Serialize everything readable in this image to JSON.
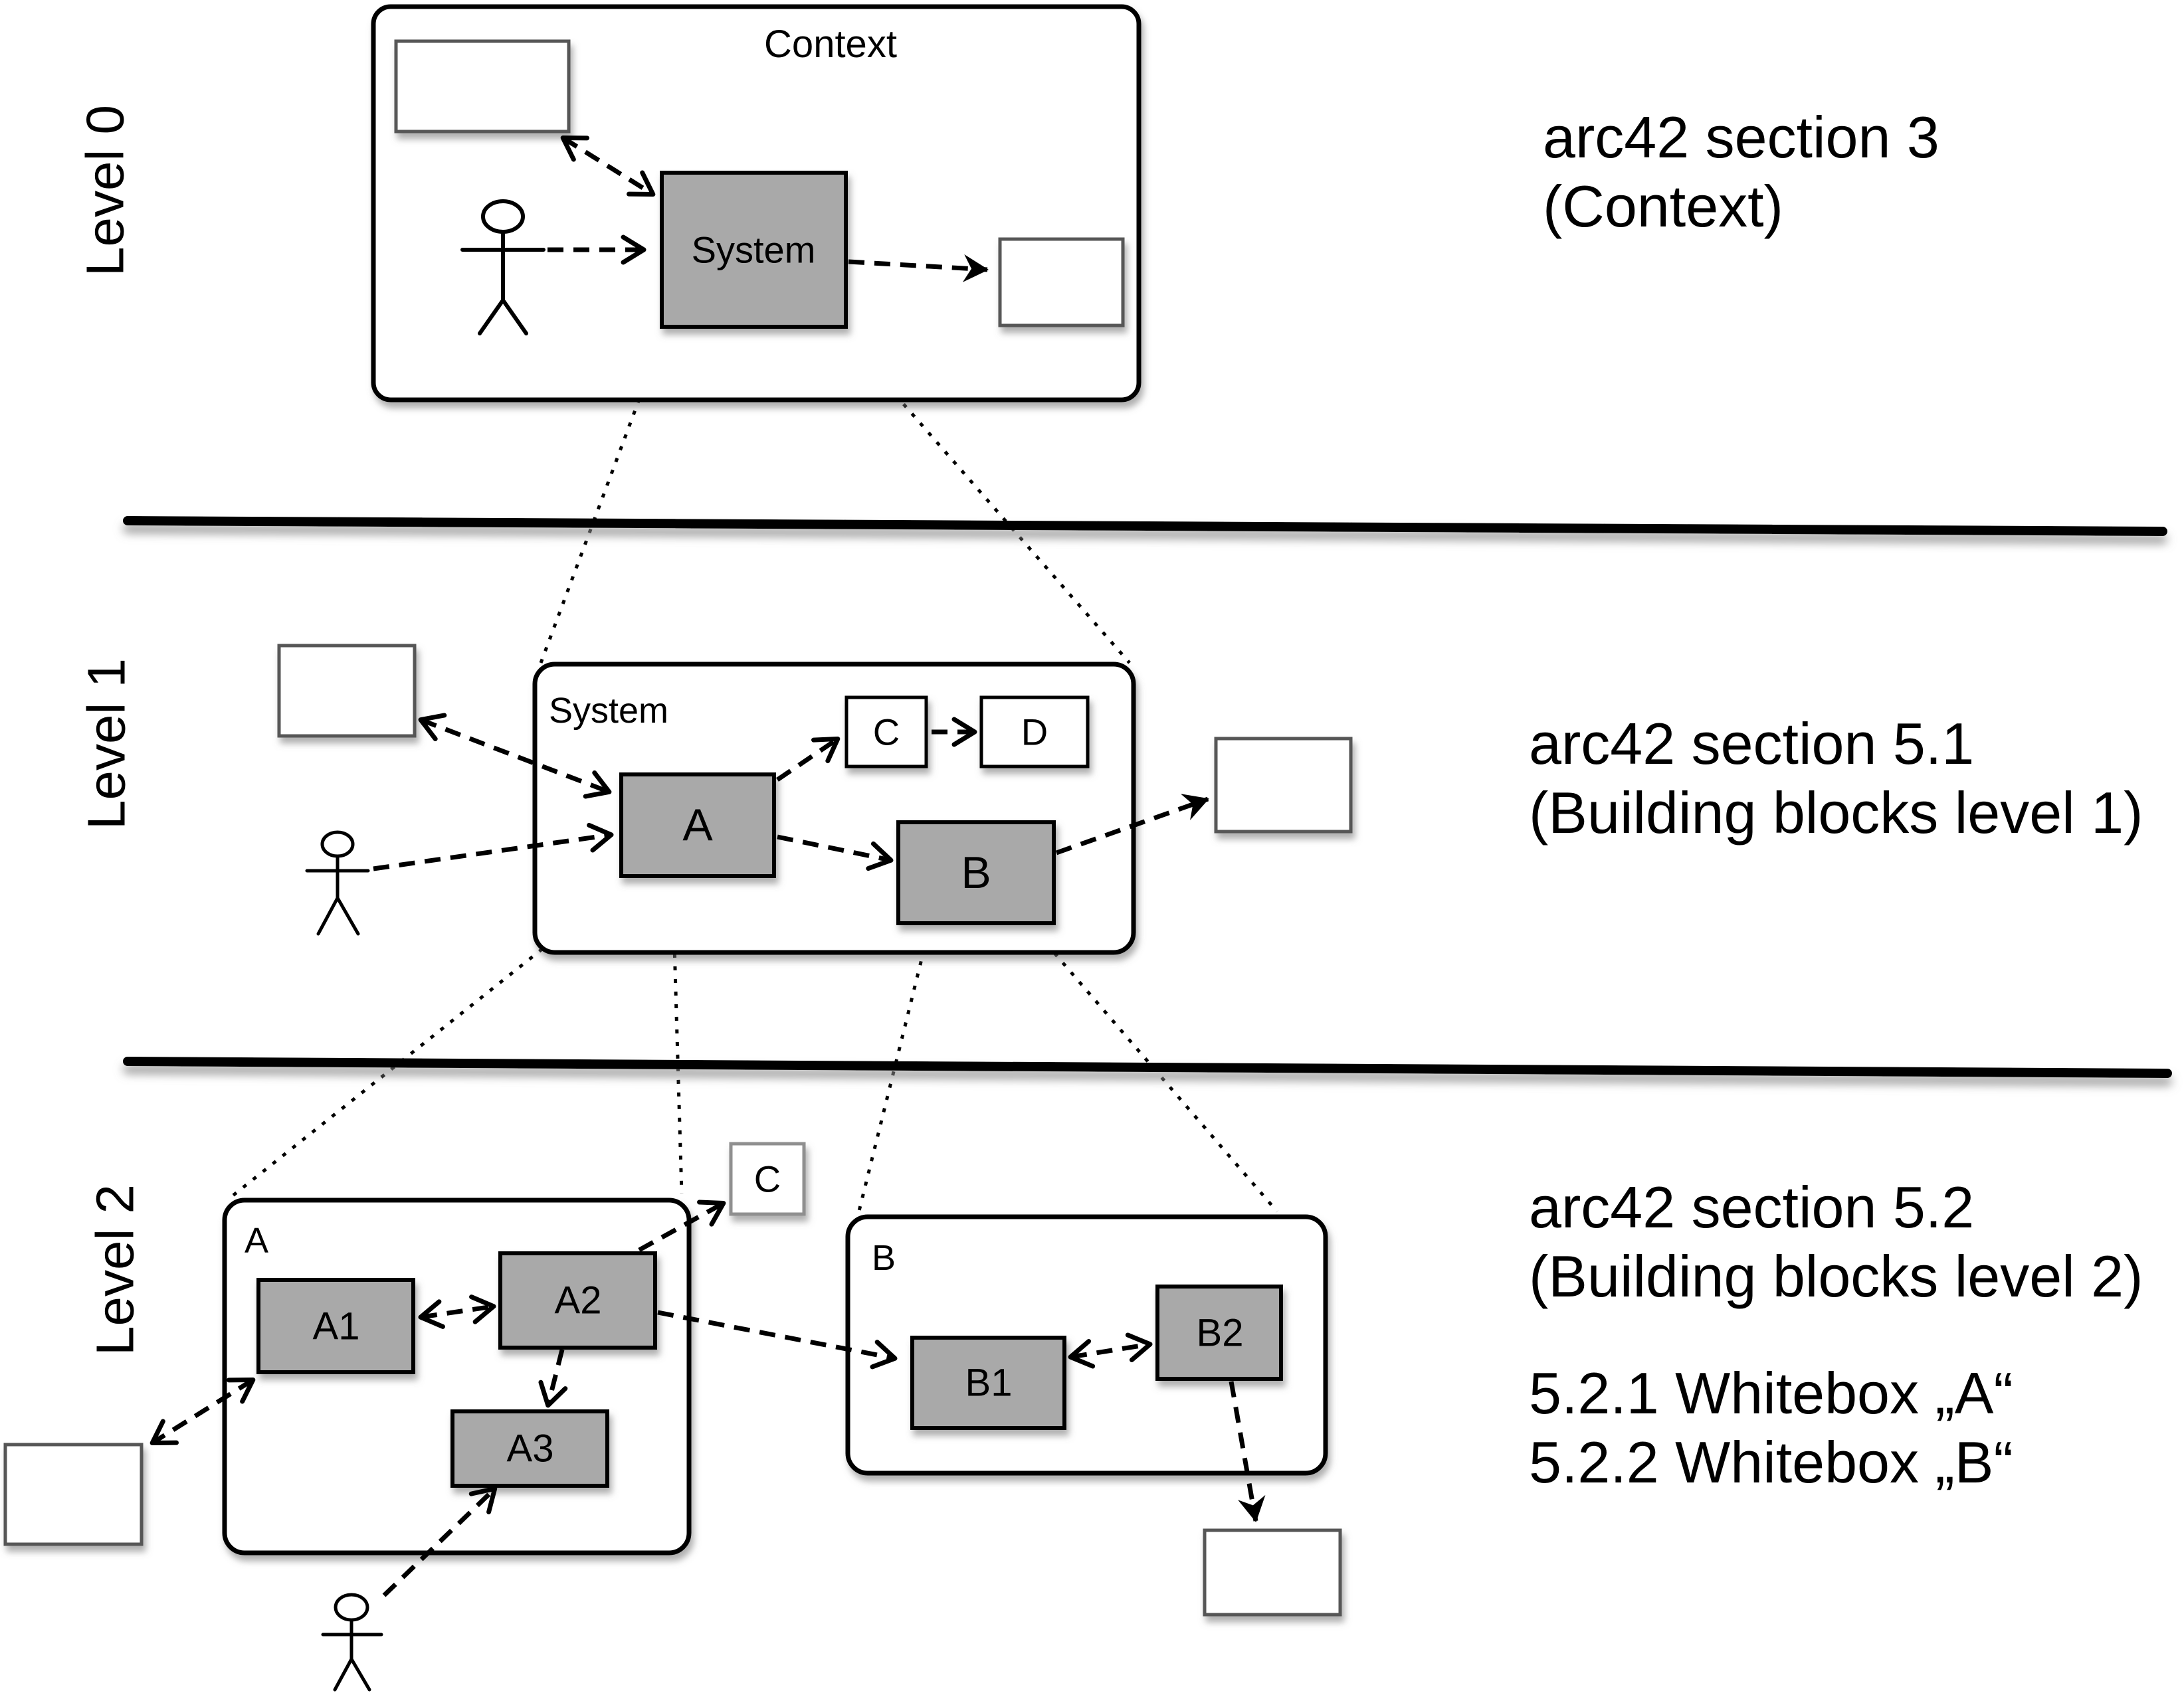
{
  "palette": {
    "background": "#ffffff",
    "outline": "#000000",
    "block_fill": "#a9a9a9",
    "external_box_border": "#565656",
    "faded_gray": "#8f8f8f"
  },
  "levels": [
    {
      "label": "Level 0",
      "notes": [
        "arc42 section 3",
        "(Context)"
      ]
    },
    {
      "label": "Level 1",
      "notes": [
        "arc42 section 5.1",
        "(Building blocks level 1)"
      ]
    },
    {
      "label": "Level 2",
      "notes": [
        "arc42 section 5.2",
        "(Building blocks level 2)",
        "5.2.1 Whitebox „A“",
        "5.2.2 Whitebox „B“"
      ]
    }
  ],
  "level0": {
    "container_title": "Context",
    "system_label": "System"
  },
  "level1": {
    "container_title": "System",
    "block_a": "A",
    "block_b": "B",
    "block_c": "C",
    "block_d": "D"
  },
  "level2": {
    "whitebox_a_title": "A",
    "whitebox_b_title": "B",
    "block_a1": "A1",
    "block_a2": "A2",
    "block_a3": "A3",
    "block_b1": "B1",
    "block_b2": "B2",
    "neighbor_c": "C"
  }
}
